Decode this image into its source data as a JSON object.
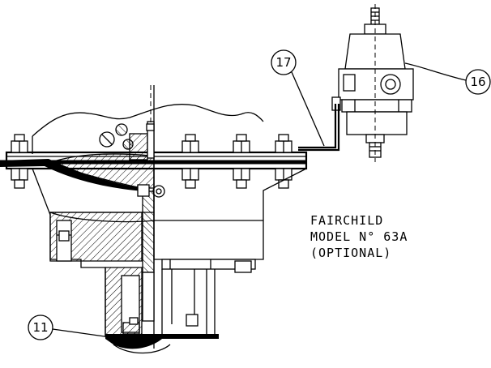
{
  "callouts": [
    {
      "id": "c11",
      "label": "11"
    },
    {
      "id": "c16",
      "label": "16"
    },
    {
      "id": "c17",
      "label": "17"
    }
  ],
  "note": {
    "line1": "FAIRCHILD",
    "line2": "MODEL N° 63A",
    "line3": "(OPTIONAL)"
  }
}
